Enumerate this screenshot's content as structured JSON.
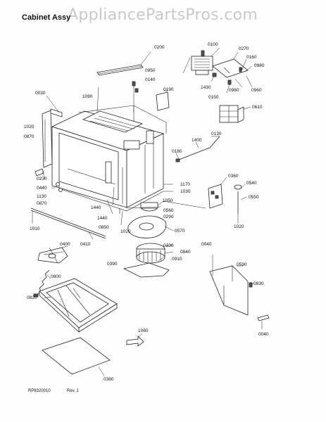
{
  "title": "Cabinet Assy",
  "watermark": "AppliancePartsPros.com",
  "footer": {
    "code": "RP6320010",
    "rev": "Rev. 1"
  },
  "parts": {
    "p0200": "0200",
    "p0100": "0100",
    "p0270": "0270",
    "p0160": "0160",
    "p0980a": "0980",
    "p0030": "0030",
    "p1090": "1090",
    "p0950": "0950",
    "p0140": "0140",
    "p0190": "0190",
    "p1430": "1430",
    "p0980b": "0980",
    "p0960": "0960",
    "p0150": "0150",
    "p0610": "0610",
    "p1020a": "1020",
    "p0870a": "0870",
    "p0130": "0130",
    "p1400": "1400",
    "p0180": "0180",
    "p0360": "0360",
    "p0540": "0540",
    "p0550": "0550",
    "p0230": "0230",
    "p0440": "0440",
    "p1130": "1130",
    "p0870b": "0870",
    "p1170": "1170",
    "p1030": "1030",
    "p1440a": "1440",
    "p1440b": "1440",
    "p1050": "1050",
    "p0560": "0560",
    "p0290": "0290",
    "p1010": "1010",
    "p0850": "0850",
    "p1020b": "1020",
    "p1020c": "1020",
    "p0570": "0570",
    "p0400": "0400",
    "p0410": "0410",
    "p0330": "0330",
    "p0040a": "0040",
    "p0840": "0840",
    "p0390": "0390",
    "p0910": "0910",
    "p0590": "0590",
    "p0800": "0800",
    "p0830": "0830",
    "p0820": "0820",
    "p0040b": "0040",
    "p1060": "1060",
    "p0380": "0380"
  }
}
